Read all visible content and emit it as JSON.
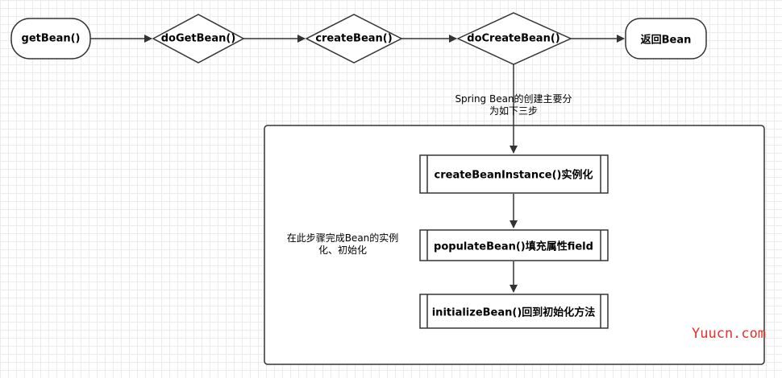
{
  "flow": {
    "getbean": "getBean()",
    "dogetbean": "doGetBean()",
    "createbean": "createBean()",
    "docreatebean": "doCreateBean()",
    "return_bean": "返回Bean"
  },
  "note_top": {
    "line1": "Spring Bean的创建主要分",
    "line2": "为如下三步"
  },
  "note_left": {
    "line1": "在此步骤完成Bean的实例",
    "line2": "化、初始化"
  },
  "steps": {
    "step1": "createBeanInstance()实例化",
    "step2": "populateBean()填充属性field",
    "step3": "initializeBean()回到初始化方法"
  },
  "watermark": "Yuucn.com",
  "colors": {
    "stroke": "#333333",
    "watermark": "#e8302a"
  }
}
